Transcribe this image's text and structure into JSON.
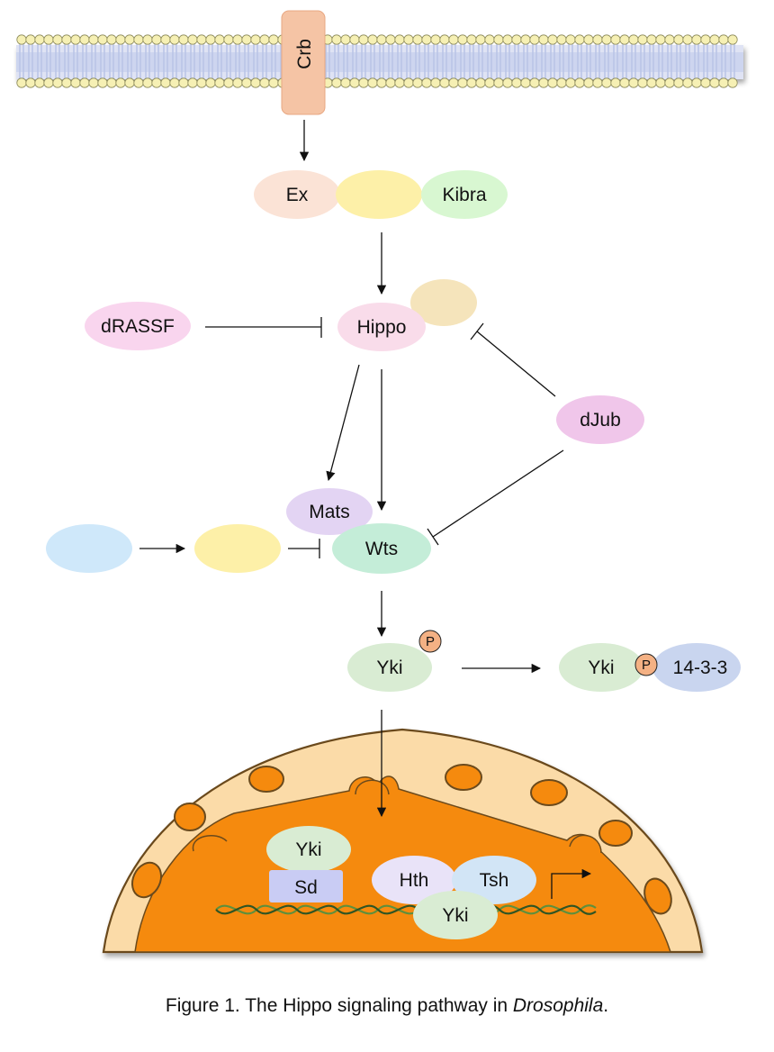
{
  "labels": {
    "crb": "Crb",
    "ex": "Ex",
    "kibra": "Kibra",
    "dRASSF": "dRASSF",
    "hippo": "Hippo",
    "dJub": "dJub",
    "mats": "Mats",
    "wts": "Wts",
    "yki_cyto": "Yki",
    "p1": "P",
    "yki_bound": "Yki",
    "p2": "P",
    "prot_1433": "14-3-3",
    "yki_nuc1": "Yki",
    "sd": "Sd",
    "hth": "Hth",
    "tsh": "Tsh",
    "yki_nuc2": "Yki"
  },
  "caption": {
    "prefix": "Figure 1. The Hippo signaling pathway in ",
    "species": "Drosophila",
    "suffix": "."
  },
  "colors": {
    "membrane_head": "#f6f0b4",
    "membrane_tail": "#b8c3e6",
    "crb": "#f5c4a5",
    "ex": "#fbe3d6",
    "unlabeled_yellow": "#fdf0a8",
    "kibra": "#d8f7d1",
    "dRASSF": "#f9d5ee",
    "hippo": "#f9dcea",
    "unlabeled_tan": "#f5e4bb",
    "dJub": "#f0c6ea",
    "mats": "#e3d4f3",
    "wts": "#c4edd8",
    "unlabeled_blue": "#cfe8fa",
    "yki": "#d9ecd3",
    "phospho": "#f4b184",
    "prot_1433": "#c9d5ef",
    "sd": "#c9ccf4",
    "hth": "#e9e3f8",
    "tsh": "#d2e5f6",
    "nuclear_envelope": "#fbdba8",
    "nucleoplasm": "#f58a0e",
    "dna": "#5f8f3c"
  }
}
